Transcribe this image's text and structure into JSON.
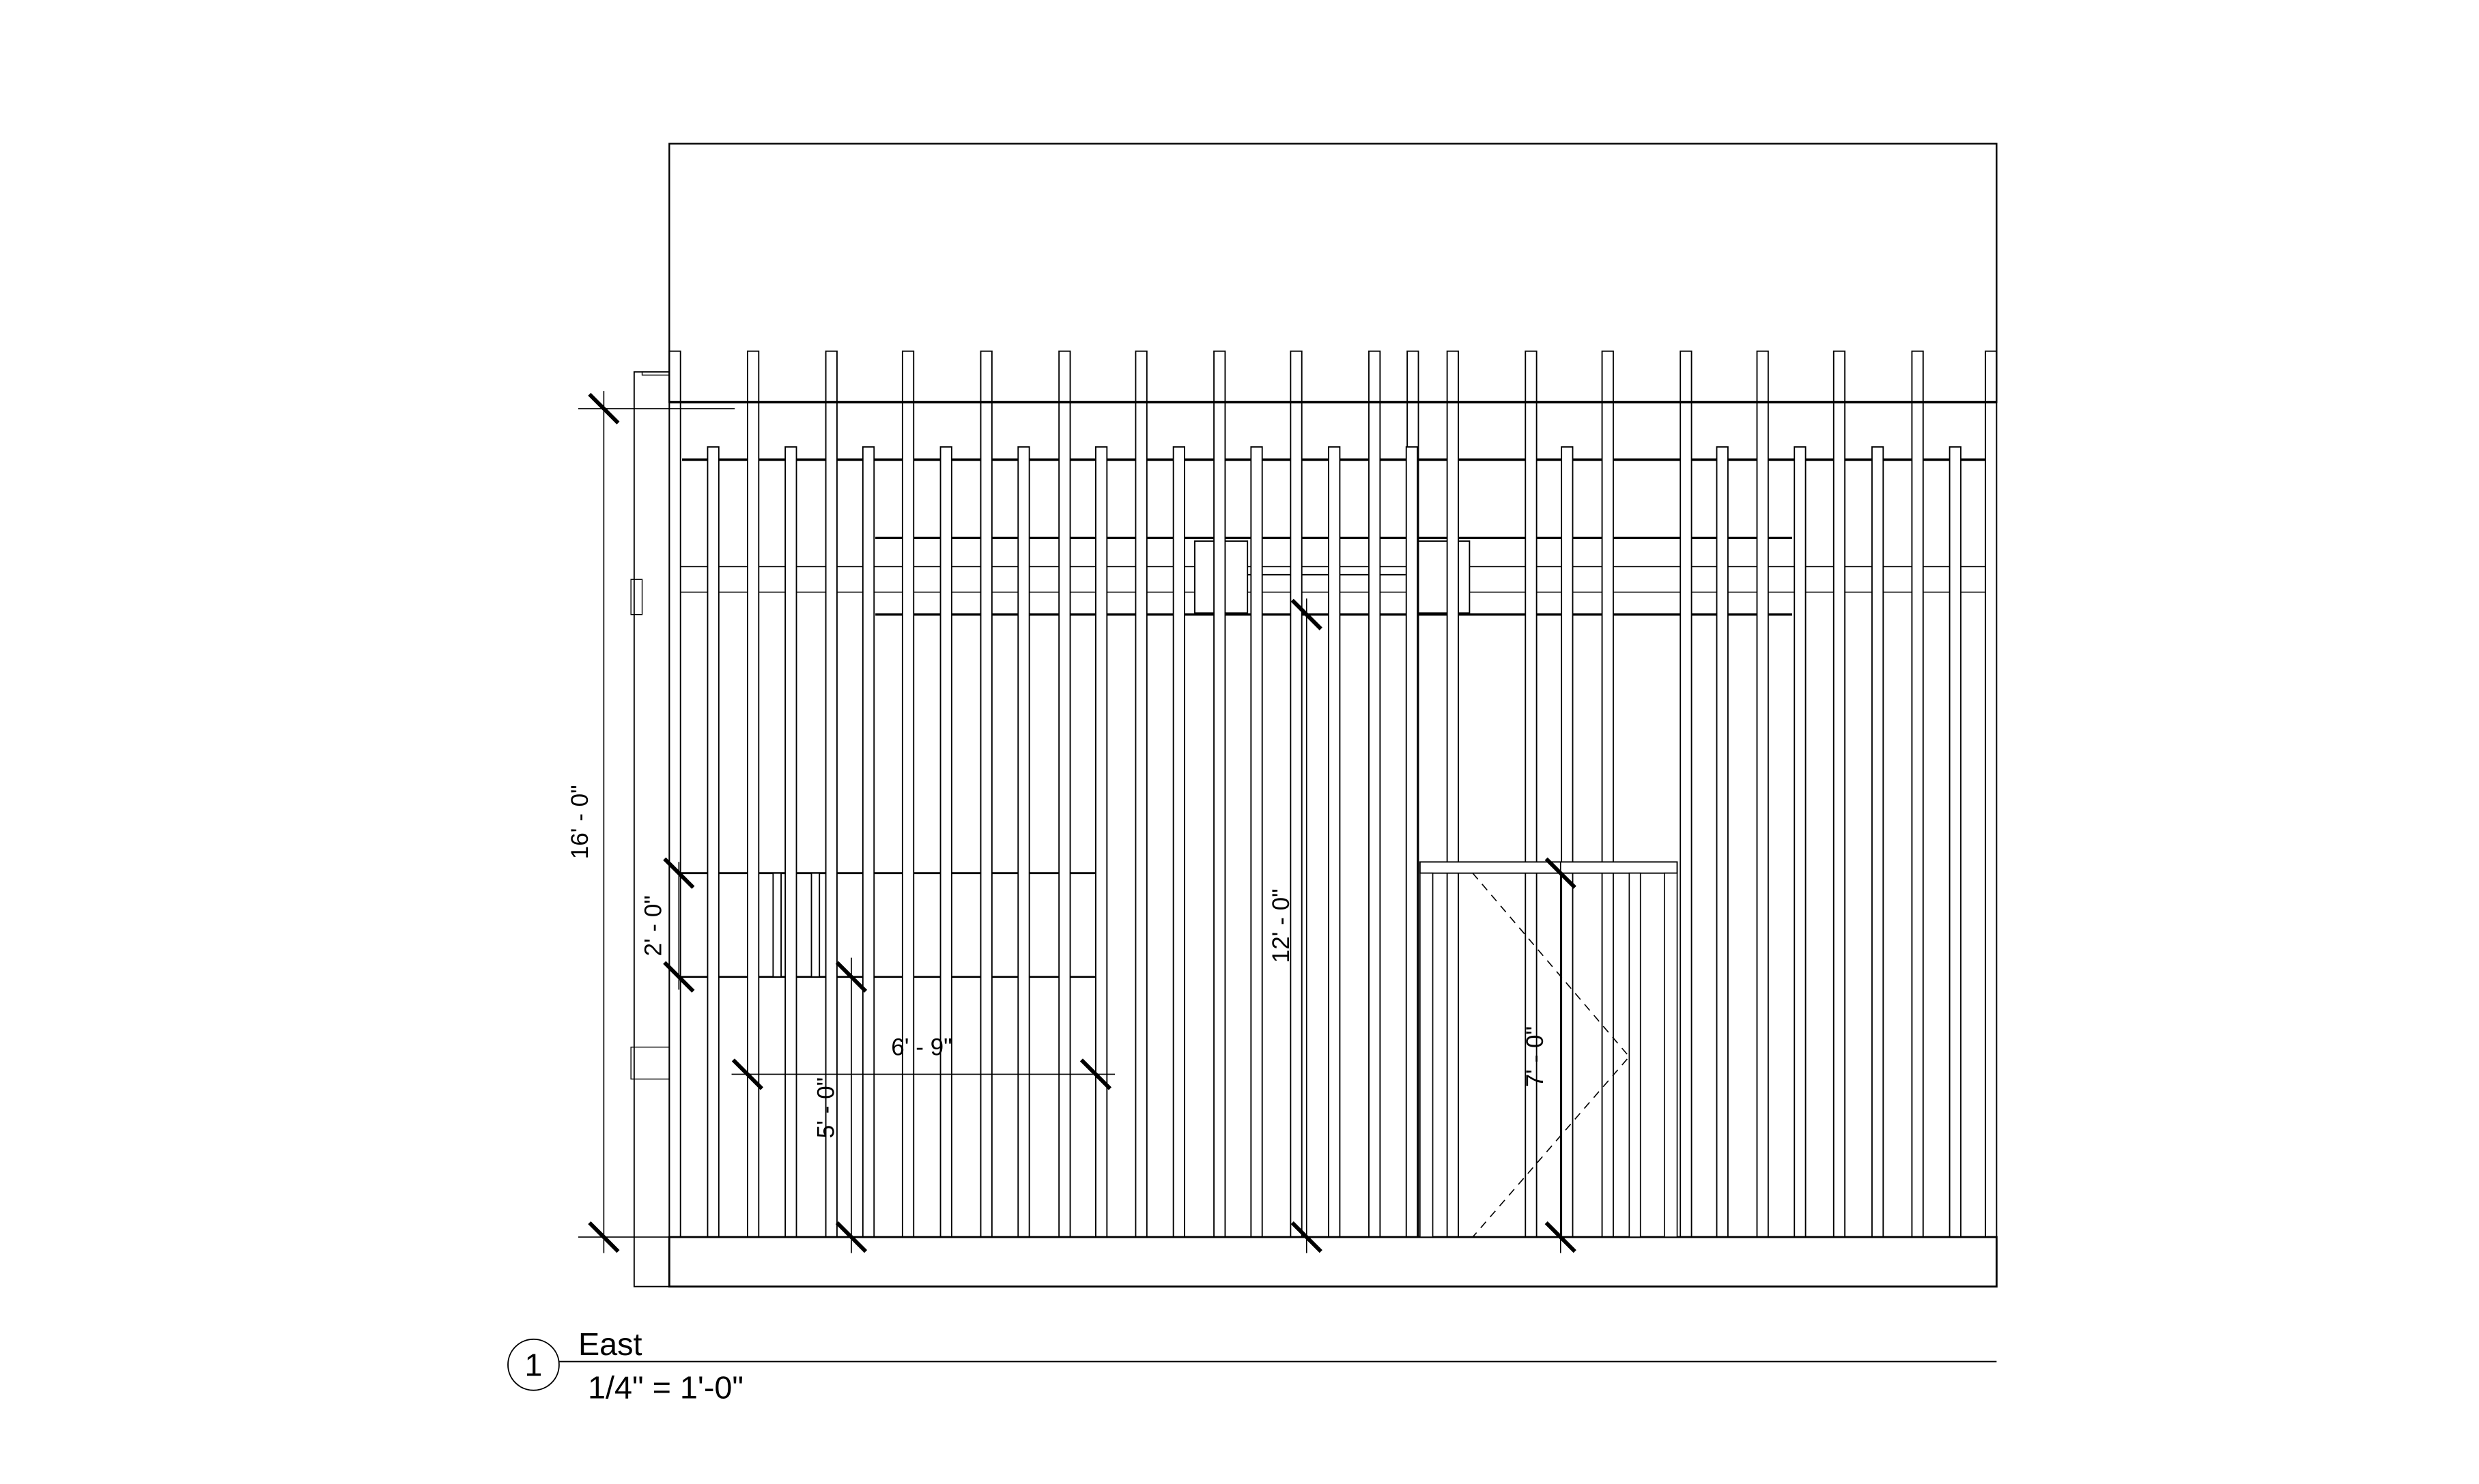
{
  "view": {
    "number": "1",
    "name": "East",
    "scale": "1/4\" = 1'-0\""
  },
  "dimensions": {
    "overall_height": "16' - 0\"",
    "window_height": "2' - 0\"",
    "window_sill_height": "5' - 0\"",
    "window_width": "6' - 9\"",
    "plate_height": "12' - 0\"",
    "door_height": "7' - 0\""
  },
  "colors": {
    "line": "#000000",
    "background": "#ffffff"
  }
}
